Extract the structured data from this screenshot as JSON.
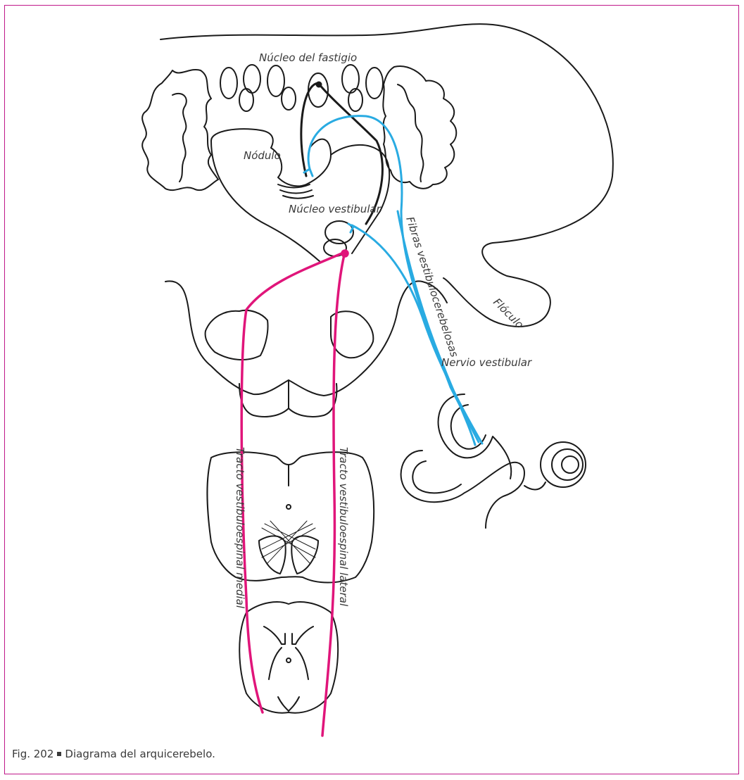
{
  "labels": {
    "fastigio": "Núcleo del fastigio",
    "nodulo": "Nódulo",
    "vestibular_nucleus": "Núcleo vestibular",
    "fibras": "Fibras vestibulocerebelosas",
    "floculo": "Flóculo",
    "nervio": "Nervio vestibular",
    "tracto_medial": "Tracto vestibuloespinal medial",
    "tracto_lateral": "Tracto vestibuloespinal lateral"
  },
  "caption": {
    "figure_number": "Fig. 202",
    "text": "Diagrama del arquicerebelo."
  },
  "colors": {
    "frame": "#c0188a",
    "vestibulocerebellar_fibers": "#29abe2",
    "vestibulospinal_tracts": "#e0157a",
    "outline": "#1a1a1a"
  }
}
